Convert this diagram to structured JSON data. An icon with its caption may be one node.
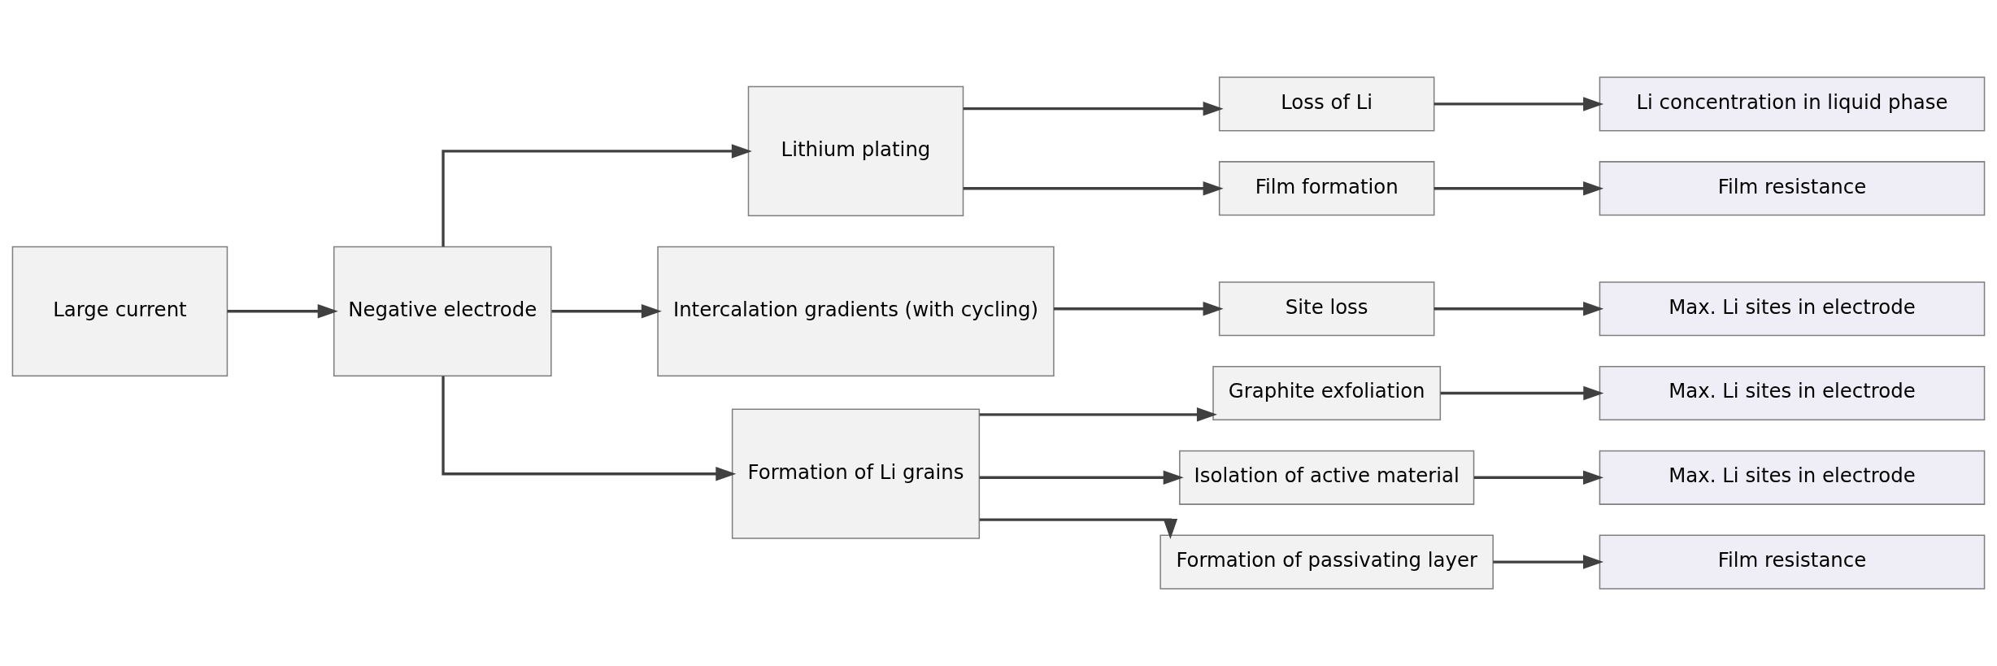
{
  "diagram": {
    "nodes": [
      {
        "text": [
          "Large current"
        ]
      },
      {
        "text": [
          "Negative electrode"
        ]
      },
      {
        "text": [
          "Lithium plating"
        ]
      },
      {
        "text": [
          "Intercalation gradients (with cycling)"
        ]
      },
      {
        "text": [
          "Formation of Li grains"
        ]
      },
      {
        "text": [
          "Loss of Li"
        ]
      },
      {
        "text": [
          "Film formation"
        ]
      },
      {
        "text": [
          "Site loss"
        ]
      },
      {
        "text": [
          "Graphite exfoliation"
        ]
      },
      {
        "text": [
          "Isolation of active material"
        ]
      },
      {
        "text": [
          "Formation of passivating layer"
        ]
      },
      {
        "text": [
          "Li concentration in liquid phase"
        ]
      },
      {
        "text": [
          "Film resistance"
        ]
      },
      {
        "text": [
          "Max. Li sites in electrode"
        ]
      },
      {
        "text": [
          "Max. Li sites in electrode"
        ]
      },
      {
        "text": [
          "Max. Li sites in electrode"
        ]
      },
      {
        "text": [
          "Film resistance"
        ]
      }
    ],
    "edges": [
      {
        "from": 0,
        "to": 1,
        "arrow": "to"
      },
      {
        "from": 1,
        "to": 2,
        "arrow": "to"
      },
      {
        "from": 1,
        "to": 3,
        "arrow": "to"
      },
      {
        "from": 1,
        "to": 4,
        "arrow": "to"
      },
      {
        "from": 2,
        "to": 5,
        "arrow": "to"
      },
      {
        "from": 2,
        "to": 6,
        "arrow": "to"
      },
      {
        "from": 3,
        "to": 7,
        "arrow": "to"
      },
      {
        "from": 4,
        "to": 8,
        "arrow": "to"
      },
      {
        "from": 4,
        "to": 9,
        "arrow": "to"
      },
      {
        "from": 4,
        "to": 10,
        "arrow": "to"
      },
      {
        "from": 5,
        "to": 11,
        "arrow": "to"
      },
      {
        "from": 6,
        "to": 12,
        "arrow": "to"
      },
      {
        "from": 7,
        "to": 13,
        "arrow": "to"
      },
      {
        "from": 8,
        "to": 14,
        "arrow": "to"
      },
      {
        "from": 9,
        "to": 15,
        "arrow": "to"
      },
      {
        "from": 10,
        "to": 16,
        "arrow": "to"
      }
    ]
  }
}
